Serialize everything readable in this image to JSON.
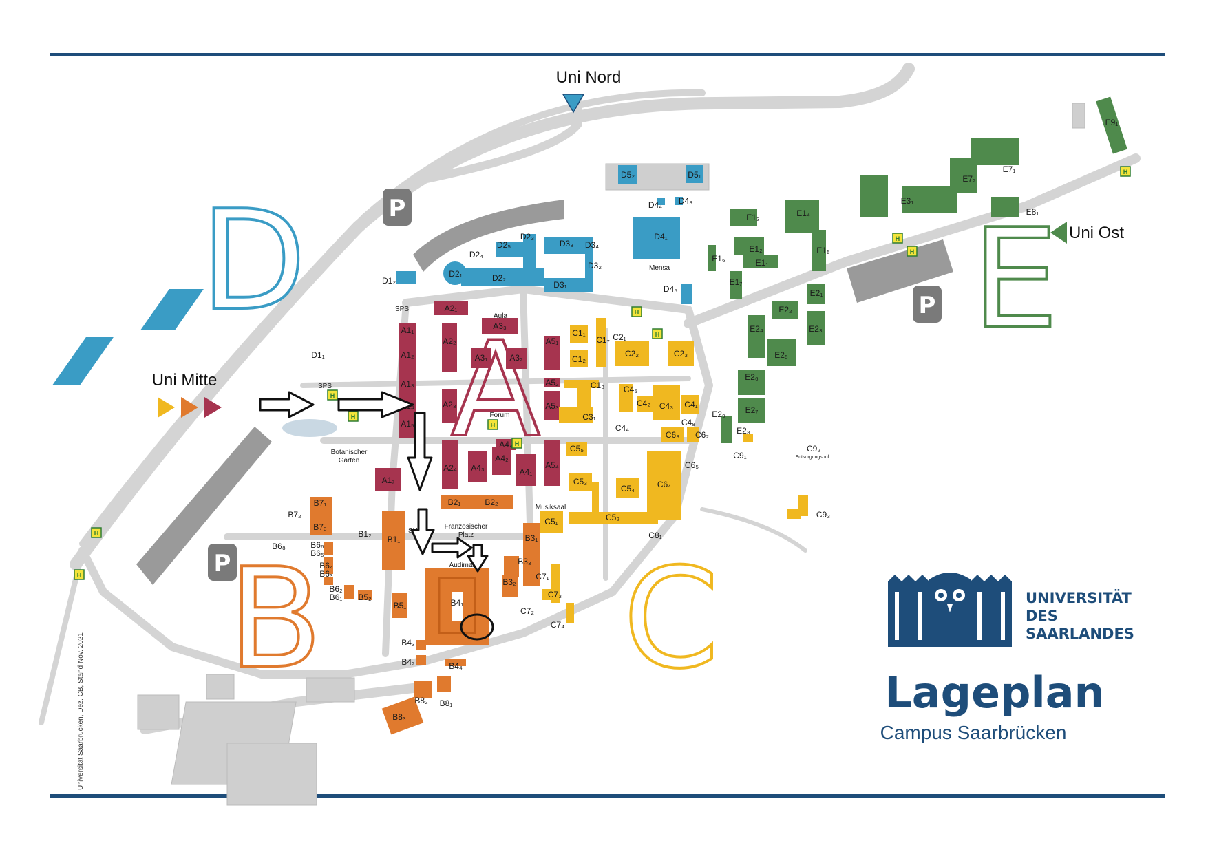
{
  "title": "Lageplan",
  "subtitle": "Campus Saarbrücken",
  "university": [
    "UNIVERSITÄT",
    "DES",
    "SAARLANDES"
  ],
  "credit": "Universität Saarbrücken, Dez. CB, Stand Nov. 2021",
  "entrances": {
    "nord": "Uni Nord",
    "mitte": "Uni Mitte",
    "ost": "Uni Ost"
  },
  "zones": {
    "A": {
      "letter": "A",
      "color": "#a6344f"
    },
    "B": {
      "letter": "B",
      "color": "#e07a2e"
    },
    "C": {
      "letter": "C",
      "color": "#f0b820"
    },
    "D": {
      "letter": "D",
      "color": "#3a9cc5"
    },
    "E": {
      "letter": "E",
      "color": "#4f8a4c"
    }
  },
  "parking_label": "P",
  "bus_label": "H",
  "places": {
    "aula": "Aula",
    "forum": "Forum",
    "mensa": "Mensa",
    "sps": "SPS",
    "botanischer": [
      "Botanischer",
      "Garten"
    ],
    "franz": [
      "Französischer",
      "Platz"
    ],
    "audimax": "Audimax",
    "musiksaal": "Musiksaal",
    "sulb": "SULB",
    "entsorgung": "Entsorgungshof"
  },
  "buildings": {
    "A": [
      "A2₁",
      "A3₃",
      "A1₁",
      "A2₂",
      "A1₂",
      "A3₁",
      "A3₂",
      "A5₁",
      "A1₃",
      "A5₂",
      "A5₃",
      "A2₃",
      "A1₄",
      "A1₅",
      "A4₄",
      "A2₄",
      "A4₃",
      "A4₂",
      "A4₁",
      "A5₄",
      "A1₇"
    ],
    "B": [
      "B7₁",
      "B7₂",
      "B7₃",
      "B1₂",
      "B1₁",
      "B2₁",
      "B2₂",
      "B6₈",
      "B6₆",
      "B6₅",
      "B6₄",
      "B6₃",
      "B6₂",
      "B6₁",
      "B5₂",
      "B5₁",
      "B4₁",
      "B4₃",
      "B4₂",
      "B4₄",
      "B3₁",
      "B3₃",
      "B3₂",
      "B8₂",
      "B8₁",
      "B8₃"
    ],
    "C": [
      "C1₁",
      "C1₂",
      "C1₇",
      "C2₁",
      "C2₂",
      "C2₃",
      "C1₃",
      "C4₅",
      "C4₂",
      "C4₃",
      "C4₁",
      "C3₁",
      "C4₄",
      "C4₈",
      "C6₃",
      "C6₂",
      "C6₅",
      "C5₅",
      "C5₃",
      "C5₄",
      "C6₄",
      "C5₁",
      "C5₂",
      "C8₁",
      "C7₁",
      "C7₃",
      "C7₂",
      "C7₄",
      "C9₁",
      "C9₂",
      "C9₃"
    ],
    "D": [
      "D5₂",
      "D5₁",
      "D4₄",
      "D4₃",
      "D4₁",
      "D2₃",
      "D2₄",
      "D2₅",
      "D3₃",
      "D3₄",
      "D2₁",
      "D2₂",
      "D3₂",
      "D3₁",
      "D1₂",
      "D1₁",
      "D4₅"
    ],
    "E": [
      "E9₁",
      "E7₁",
      "E7₂",
      "E3₁",
      "E8₁",
      "E1₃",
      "E1₄",
      "E1₂",
      "E1₁",
      "E1₅",
      "E1₆",
      "E1₇",
      "E2₁",
      "E2₂",
      "E2₃",
      "E2₄",
      "E2₅",
      "E2₆",
      "E2₇",
      "E2₉",
      "E2₈"
    ]
  }
}
